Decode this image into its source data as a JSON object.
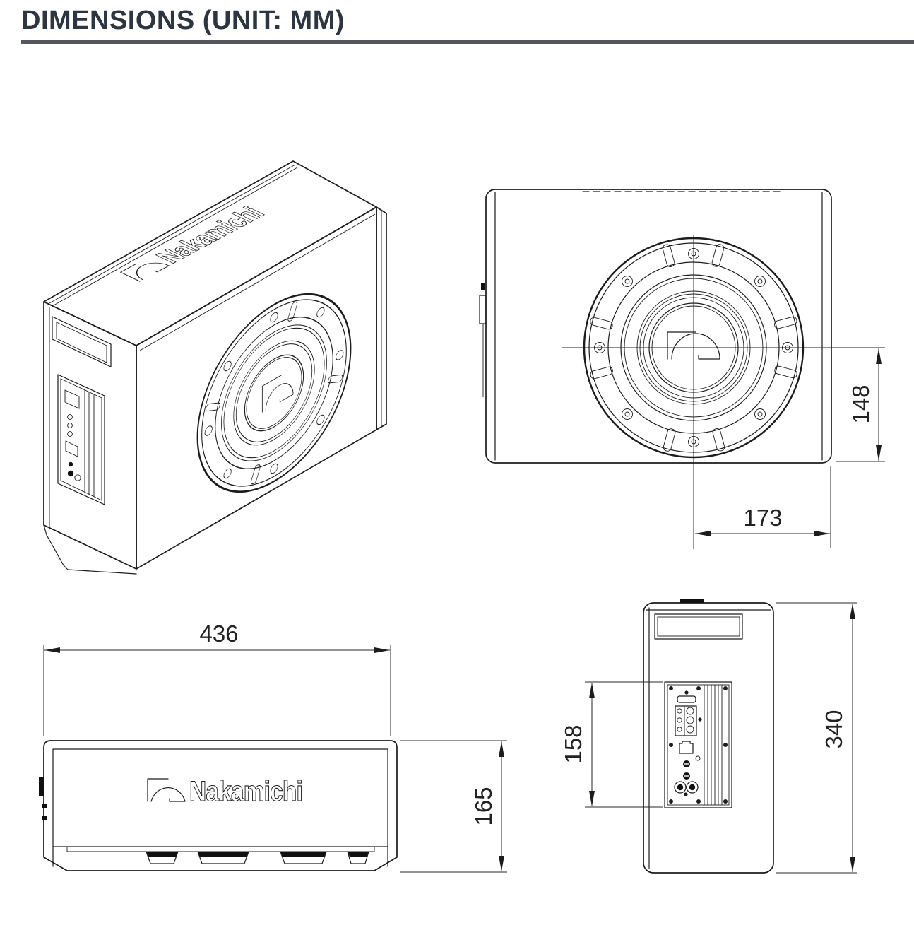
{
  "page": {
    "title": "DIMENSIONS (UNIT: MM)"
  },
  "brand": {
    "name": "Nakamichi"
  },
  "dimensions": {
    "front_view": {
      "center_to_bottom": "148",
      "center_to_edge": "173"
    },
    "side_view": {
      "width": "436",
      "height": "165"
    },
    "rear_view": {
      "panel_height": "158",
      "total_height": "340"
    }
  },
  "colors": {
    "line": "#1c1c1e",
    "title": "#2d3540",
    "rule": "#54575b",
    "background": "#ffffff",
    "dim_text": "#222222"
  }
}
